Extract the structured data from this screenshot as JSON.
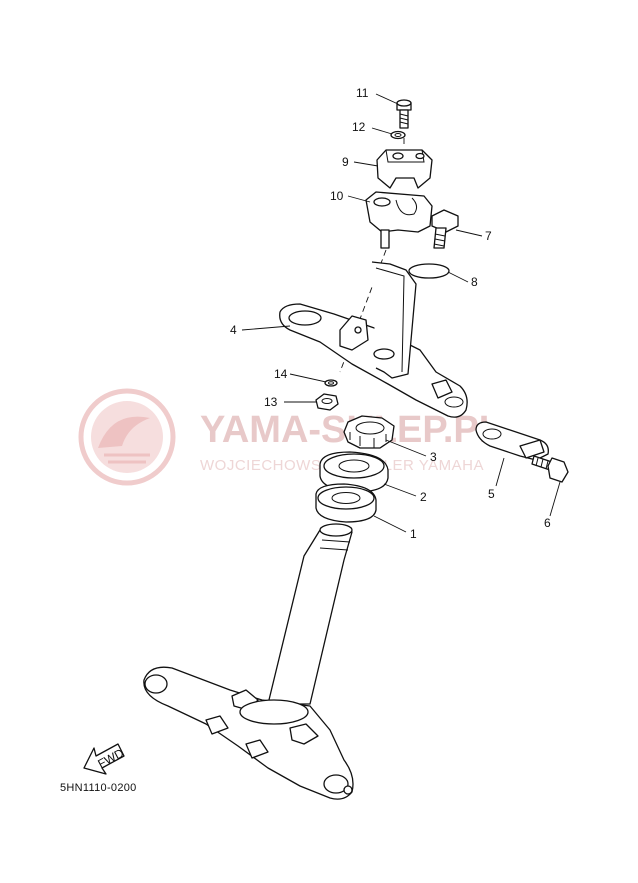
{
  "diagram": {
    "code": "5HN1110-0200",
    "fwd_label": "FWD",
    "callouts": [
      {
        "id": "11",
        "label": "11"
      },
      {
        "id": "12",
        "label": "12"
      },
      {
        "id": "9",
        "label": "9"
      },
      {
        "id": "10",
        "label": "10"
      },
      {
        "id": "7",
        "label": "7"
      },
      {
        "id": "8",
        "label": "8"
      },
      {
        "id": "4",
        "label": "4"
      },
      {
        "id": "14",
        "label": "14"
      },
      {
        "id": "13",
        "label": "13"
      },
      {
        "id": "3",
        "label": "3"
      },
      {
        "id": "2",
        "label": "2"
      },
      {
        "id": "1",
        "label": "1"
      },
      {
        "id": "5",
        "label": "5"
      },
      {
        "id": "6",
        "label": "6"
      }
    ]
  },
  "watermark": {
    "title": "YAMA-SKLEP.PL",
    "subtitle": "WOJCIECHOWSKI - DEALER YAMAHA"
  }
}
